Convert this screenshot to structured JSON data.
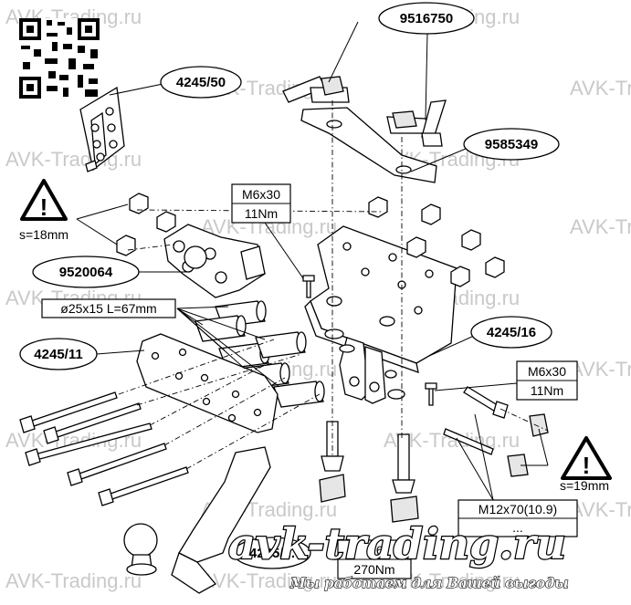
{
  "watermarks": [
    "AVK-Trading.ru",
    "AVK-Trading.ru",
    "AVK-Trading.ru",
    "AVK-Trading.ru",
    "AVK-Trading.ru",
    "AVK-Trading.ru",
    "AVK-Trading.ru",
    "AVK-Trading.ru",
    "AVK-Trading.ru",
    "AVK-Trading.ru",
    "AVK-Trading.ru",
    "AVK-Trading.ru",
    "AVK-Trading.ru",
    "AVK-Trading.ru",
    "AVK-Trading.ru",
    "AVK-Trading.ru",
    "AVK-Trading.ru",
    "AVK-Trading.ru",
    "AVK-Trading.ru"
  ],
  "labels": {
    "part_9516750": "9516750",
    "part_4245_50": "4245/50",
    "part_9585349": "9585349",
    "part_9520064": "9520064",
    "part_4245_11": "4245/11",
    "part_4245_16": "4245/16",
    "part_ball": "4245/..."
  },
  "specs": {
    "bolt_m6_top": "M6x30",
    "torque_m6_top": "11Nm",
    "bolt_m6_right": "M6x30",
    "torque_m6_right": "11Nm",
    "spacer": "ø25x15 L=67mm",
    "bolt_m12": "M12x70(10.9)",
    "torque_m12": "...",
    "bolt_mid": "...6",
    "torque_mid": "270Nm"
  },
  "warnings": {
    "wrench_left": "s=18mm",
    "wrench_right": "s=19mm"
  },
  "branding": {
    "logo": "avk-trading.ru",
    "slogan": "Мы работаем для Вашей выгоды"
  }
}
